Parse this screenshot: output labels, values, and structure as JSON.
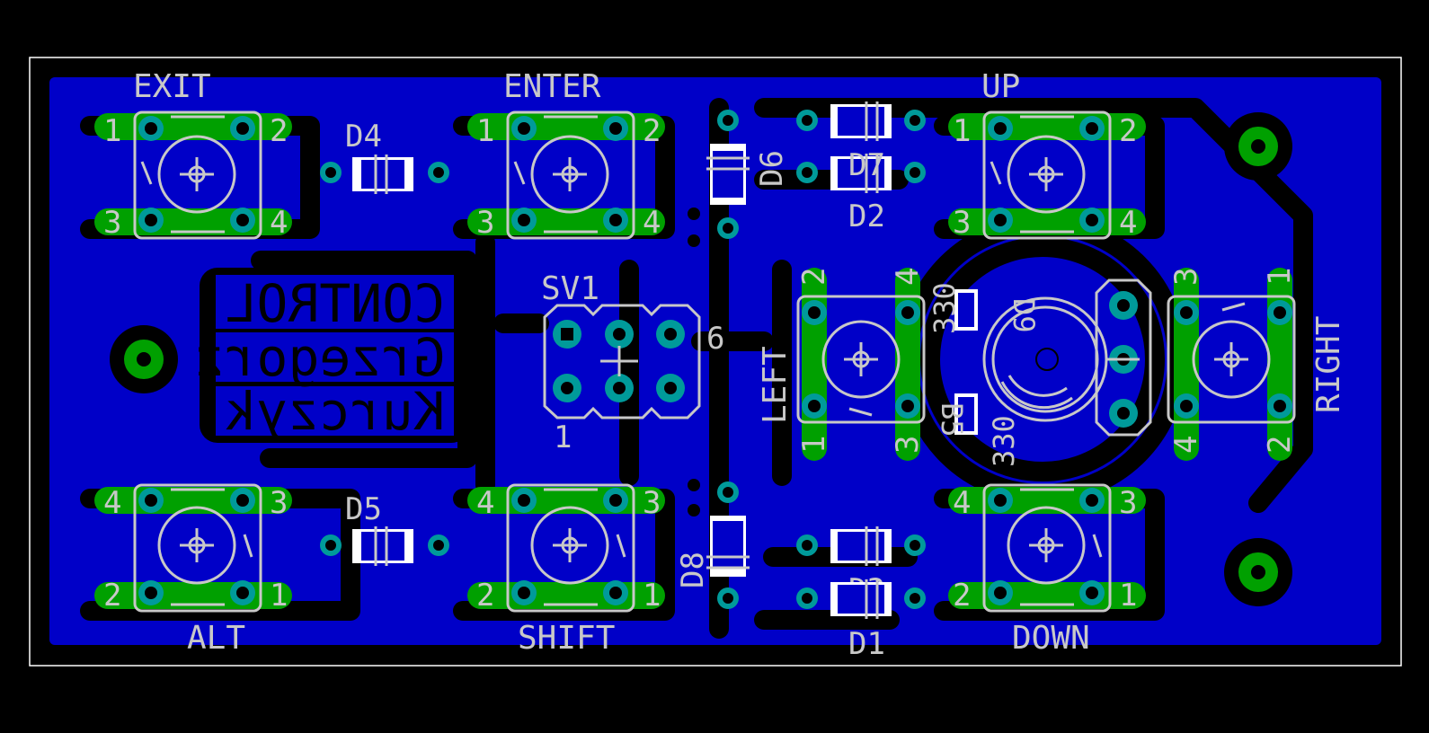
{
  "colors": {
    "background": "#000000",
    "copper": "#0000c8",
    "pad": "#009a9a",
    "green": "#00a000",
    "silkscreen": "#c8c8c8",
    "outline": "#ffffff"
  },
  "buttons": {
    "exit": {
      "label": "EXIT",
      "pins": [
        "1",
        "2",
        "3",
        "4"
      ]
    },
    "enter": {
      "label": "ENTER",
      "pins": [
        "1",
        "2",
        "3",
        "4"
      ]
    },
    "up": {
      "label": "UP",
      "pins": [
        "1",
        "2",
        "3",
        "4"
      ]
    },
    "alt": {
      "label": "ALT",
      "pins": [
        "4",
        "3",
        "2",
        "1"
      ]
    },
    "shift": {
      "label": "SHIFT",
      "pins": [
        "4",
        "3",
        "2",
        "1"
      ]
    },
    "down": {
      "label": "DOWN",
      "pins": [
        "4",
        "3",
        "2",
        "1"
      ]
    },
    "left": {
      "label": "LEFT",
      "pins": [
        "2",
        "4",
        "1",
        "3"
      ]
    },
    "right": {
      "label": "RIGHT",
      "pins": [
        "3",
        "1",
        "4",
        "2"
      ]
    }
  },
  "diodes": {
    "d1": "D1",
    "d2": "D2",
    "d3": "D3",
    "d4": "D4",
    "d5": "D5",
    "d6": "D6",
    "d7": "D7",
    "d8": "D8"
  },
  "resistors": {
    "r_top": "330",
    "r_bottom": "330"
  },
  "encoder_label": "D9",
  "b_label": "B5",
  "connector": {
    "name": "SV1",
    "pin_first": "1",
    "pin_last": "6"
  },
  "mirrored_text": [
    "CONTROL",
    "Grzegorz",
    "Kurczyk"
  ]
}
